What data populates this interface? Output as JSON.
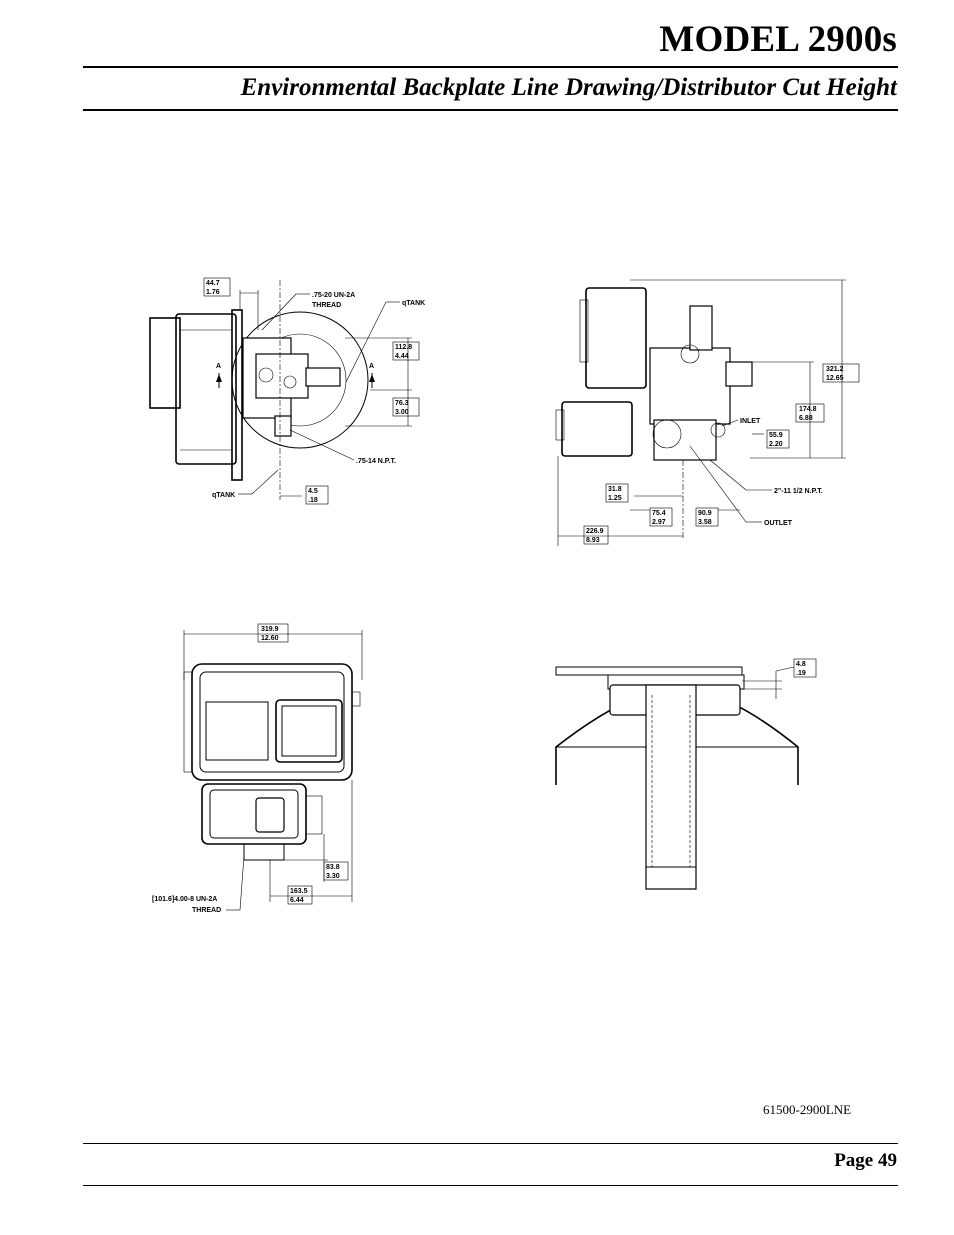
{
  "header": {
    "model_title": "MODEL 2900s",
    "subtitle": "Environmental Backplate Line Drawing/Distributor Cut Height"
  },
  "drawings": {
    "side_view": {
      "dim_top": [
        "44.7",
        "1.76"
      ],
      "thread_callout": [
        ".75-20 UN-2A",
        "THREAD"
      ],
      "tank_label_top": "qTANK",
      "tank_label_bottom": "qTANK",
      "section_marker": "A",
      "dim_mid1": [
        "112.8",
        "4.44"
      ],
      "dim_mid2": [
        "76.3",
        "3.00"
      ],
      "npt_callout": ".75-14 N.P.T.",
      "dim_bottom": [
        "4.5",
        ".18"
      ]
    },
    "front_view": {
      "dim_height": [
        "321.2",
        "12.65"
      ],
      "dim_inlet_height": [
        "174.8",
        "6.88"
      ],
      "inlet_label": "INLET",
      "dim_inlet": [
        "55.9",
        "2.20"
      ],
      "dim_left": [
        "31.8",
        "1.25"
      ],
      "npt_callout": "2\"-11 1/2 N.P.T.",
      "dim_a": [
        "75.4",
        "2.97"
      ],
      "dim_b": [
        "90.9",
        "3.58"
      ],
      "outlet_label": "OUTLET",
      "dim_total": [
        "226.9",
        "8.93"
      ]
    },
    "top_view": {
      "dim_width": [
        "319.9",
        "12.60"
      ],
      "dim_right": [
        "83.8",
        "3.30"
      ],
      "dim_bottom": [
        "163.5",
        "6.44"
      ],
      "thread_callout": [
        "[101.6]4.00-8 UN-2A",
        "THREAD"
      ]
    },
    "cut_view": {
      "dim_cut": [
        "4.8",
        ".19"
      ]
    }
  },
  "footer": {
    "doc_number": "61500-2900LNE",
    "page_label": "Page 49"
  }
}
